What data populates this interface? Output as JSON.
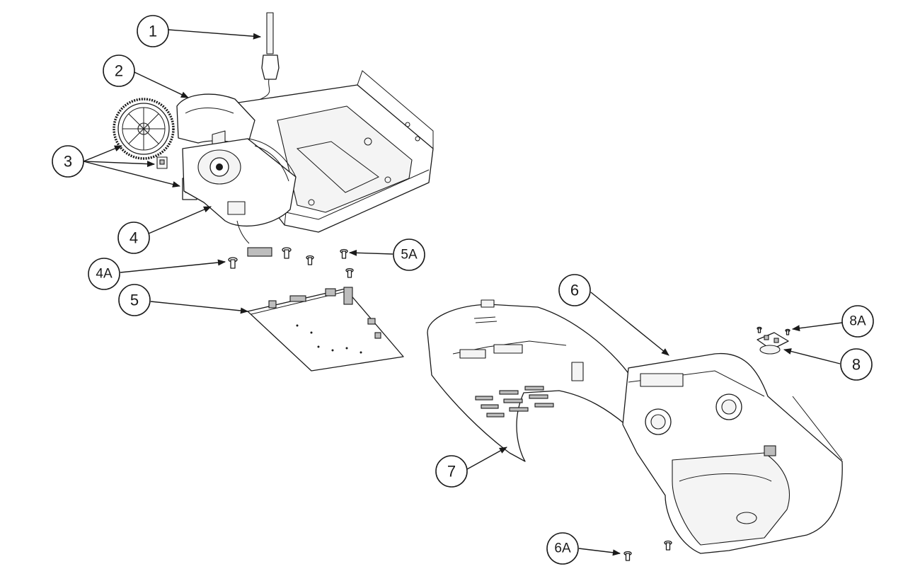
{
  "callouts": [
    {
      "id": "1",
      "label": "1"
    },
    {
      "id": "2",
      "label": "2"
    },
    {
      "id": "3",
      "label": "3"
    },
    {
      "id": "4",
      "label": "4"
    },
    {
      "id": "4a",
      "label": "4A"
    },
    {
      "id": "5",
      "label": "5"
    },
    {
      "id": "5a",
      "label": "5A"
    },
    {
      "id": "6",
      "label": "6"
    },
    {
      "id": "6a",
      "label": "6A"
    },
    {
      "id": "7",
      "label": "7"
    },
    {
      "id": "8",
      "label": "8"
    },
    {
      "id": "8a",
      "label": "8A"
    }
  ],
  "colors": {
    "ink": "#1a1a1a",
    "paper": "#ffffff"
  }
}
